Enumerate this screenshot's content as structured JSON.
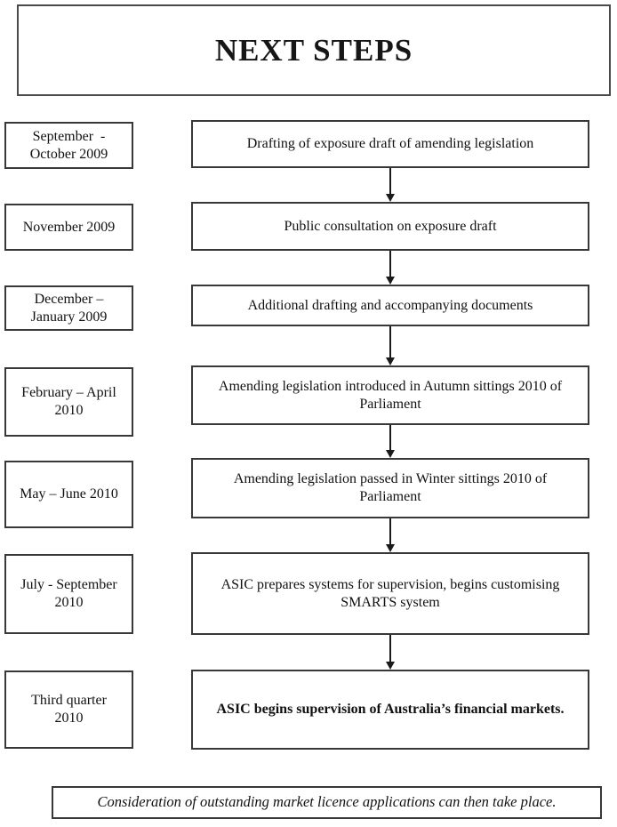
{
  "title": "NEXT STEPS",
  "rows": [
    {
      "date": "September  -\nOctober 2009",
      "step": "Drafting of exposure draft of amending legislation"
    },
    {
      "date": "November 2009",
      "step": "Public consultation on exposure draft"
    },
    {
      "date": "December –\nJanuary 2009",
      "step": "Additional drafting and accompanying documents"
    },
    {
      "date": "February – April\n2010",
      "step": "Amending legislation introduced in Autumn sittings 2010 of Parliament"
    },
    {
      "date": "May – June 2010",
      "step": "Amending legislation passed in Winter sittings 2010 of Parliament"
    },
    {
      "date": "July - September\n2010",
      "step": "ASIC prepares systems for supervision, begins customising SMARTS system"
    },
    {
      "date": "Third quarter\n2010",
      "step": "ASIC begins supervision of Australia’s financial markets."
    }
  ],
  "footnote": "Consideration of outstanding market licence applications can then take place.",
  "colors": {
    "border": "#383838",
    "text": "#111111",
    "background": "#ffffff",
    "arrow": "#1a1a1a"
  }
}
